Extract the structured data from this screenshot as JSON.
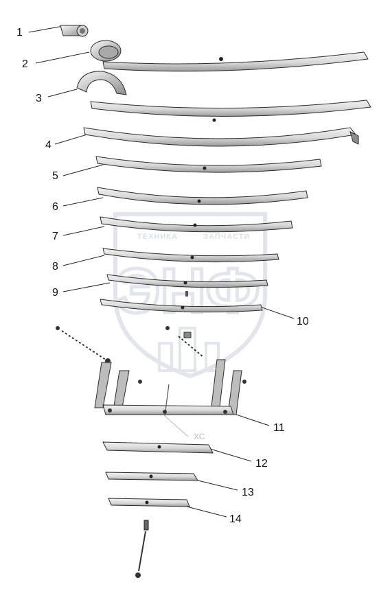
{
  "diagram": {
    "callouts": [
      "1",
      "2",
      "3",
      "4",
      "5",
      "6",
      "7",
      "8",
      "9",
      "10",
      "11",
      "12",
      "13",
      "14"
    ],
    "watermark": {
      "text_left": "ТЕХНИКА",
      "text_right": "ЗАПЧАСТИ",
      "letters": "ЭНФ"
    },
    "mark_text": "ХС",
    "colors": {
      "part_fill": "#e4e4e4",
      "part_edge": "#2a2a2a",
      "leader": "#222222",
      "watermark": "#dfe3ea"
    }
  }
}
